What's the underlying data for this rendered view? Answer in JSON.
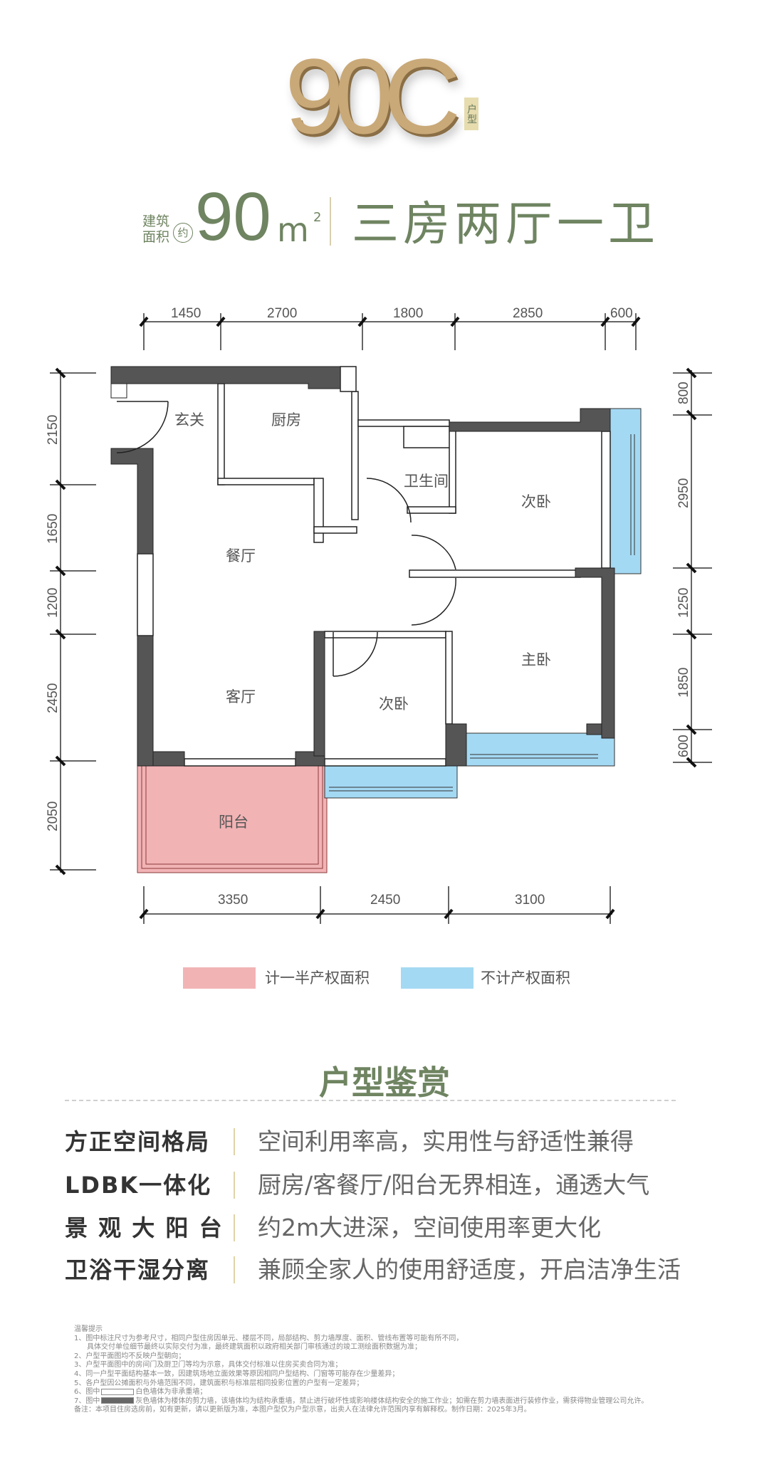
{
  "header": {
    "model_code": "90C",
    "model_tag": "户型",
    "area_label": "建筑面积",
    "area_approx": "约",
    "area_value": "90",
    "area_unit": "m",
    "area_unit_sup": "2",
    "layout_type": "三房两厅一卫"
  },
  "colors": {
    "green": "#6f8461",
    "gold": "#c9a978",
    "wall": "#555555",
    "half_area": "#f2b3b5",
    "excluded_area": "#a4d9f3"
  },
  "dimensions": {
    "top": [
      "1450",
      "2700",
      "1800",
      "2850",
      "600"
    ],
    "left": [
      "2150",
      "1650",
      "1200",
      "2450",
      "2050"
    ],
    "right": [
      "800",
      "2950",
      "1250",
      "1850",
      "600"
    ],
    "bottom": [
      "3350",
      "2450",
      "3100"
    ]
  },
  "rooms": {
    "entrance": "玄关",
    "kitchen": "厨房",
    "bathroom": "卫生间",
    "bedroom_second_a": "次卧",
    "dining": "餐厅",
    "master_bedroom": "主卧",
    "living": "客厅",
    "bedroom_second_b": "次卧",
    "balcony": "阳台"
  },
  "legend": [
    {
      "label": "计一半产权面积",
      "color": "#f2b3b5"
    },
    {
      "label": "不计产权面积",
      "color": "#a4d9f3"
    }
  ],
  "appreciation": {
    "title": "户型鉴赏",
    "items": [
      {
        "label": "方正空间格局",
        "desc": "空间利用率高，实用性与舒适性兼得"
      },
      {
        "label": "LDBK一体化",
        "desc": "厨房/客餐厅/阳台无界相连，通透大气"
      },
      {
        "label": "景 观 大 阳 台",
        "desc": "约2m大进深，空间使用率更大化"
      },
      {
        "label": "卫浴干湿分离",
        "desc": "兼顾全家人的使用舒适度，开启洁净生活"
      }
    ]
  },
  "notes": {
    "title": "温馨提示",
    "l1": "1、图中标注尺寸为参考尺寸，相同户型住房因单元、楼层不同，局部结构、剪力墙厚度、面积、管线布置等可能有所不同，",
    "l1b": "具体交付单位细节最终以实际交付为准，最终建筑面积以政府相关部门审核通过的竣工测绘面积数据为准；",
    "l2": "2、户型平面图均不反映户型朝向；",
    "l3": "3、户型平面图中的房间门及厨卫门等均为示意，具体交付标准以住房买卖合同为准；",
    "l4": "4、同一户型平面结构基本一致，因建筑场地立面效果等原因相同户型结构、门窗等可能存在少量差异；",
    "l5": "5、各户型因公摊面积与外墙范围不同，建筑面积与标准层相同投影位置的户型有一定差异；",
    "l6a": "6、图中",
    "l6b": "白色墙体为非承重墙；",
    "l7a": "7、图中",
    "l7b": "灰色墙体为楼体的剪力墙，该墙体均为结构承重墙，禁止进行破坏性或影响楼体结构安全的施工作业；如需在剪力墙表面进行装修作业，需获得物业管理公司允许。",
    "remark": "备注：本项目住房选房前，如有更新，请以更新版为准，本图户型仅为户型示意，出卖人在法律允许范围内享有解释权。制作日期：2025年3月。"
  }
}
